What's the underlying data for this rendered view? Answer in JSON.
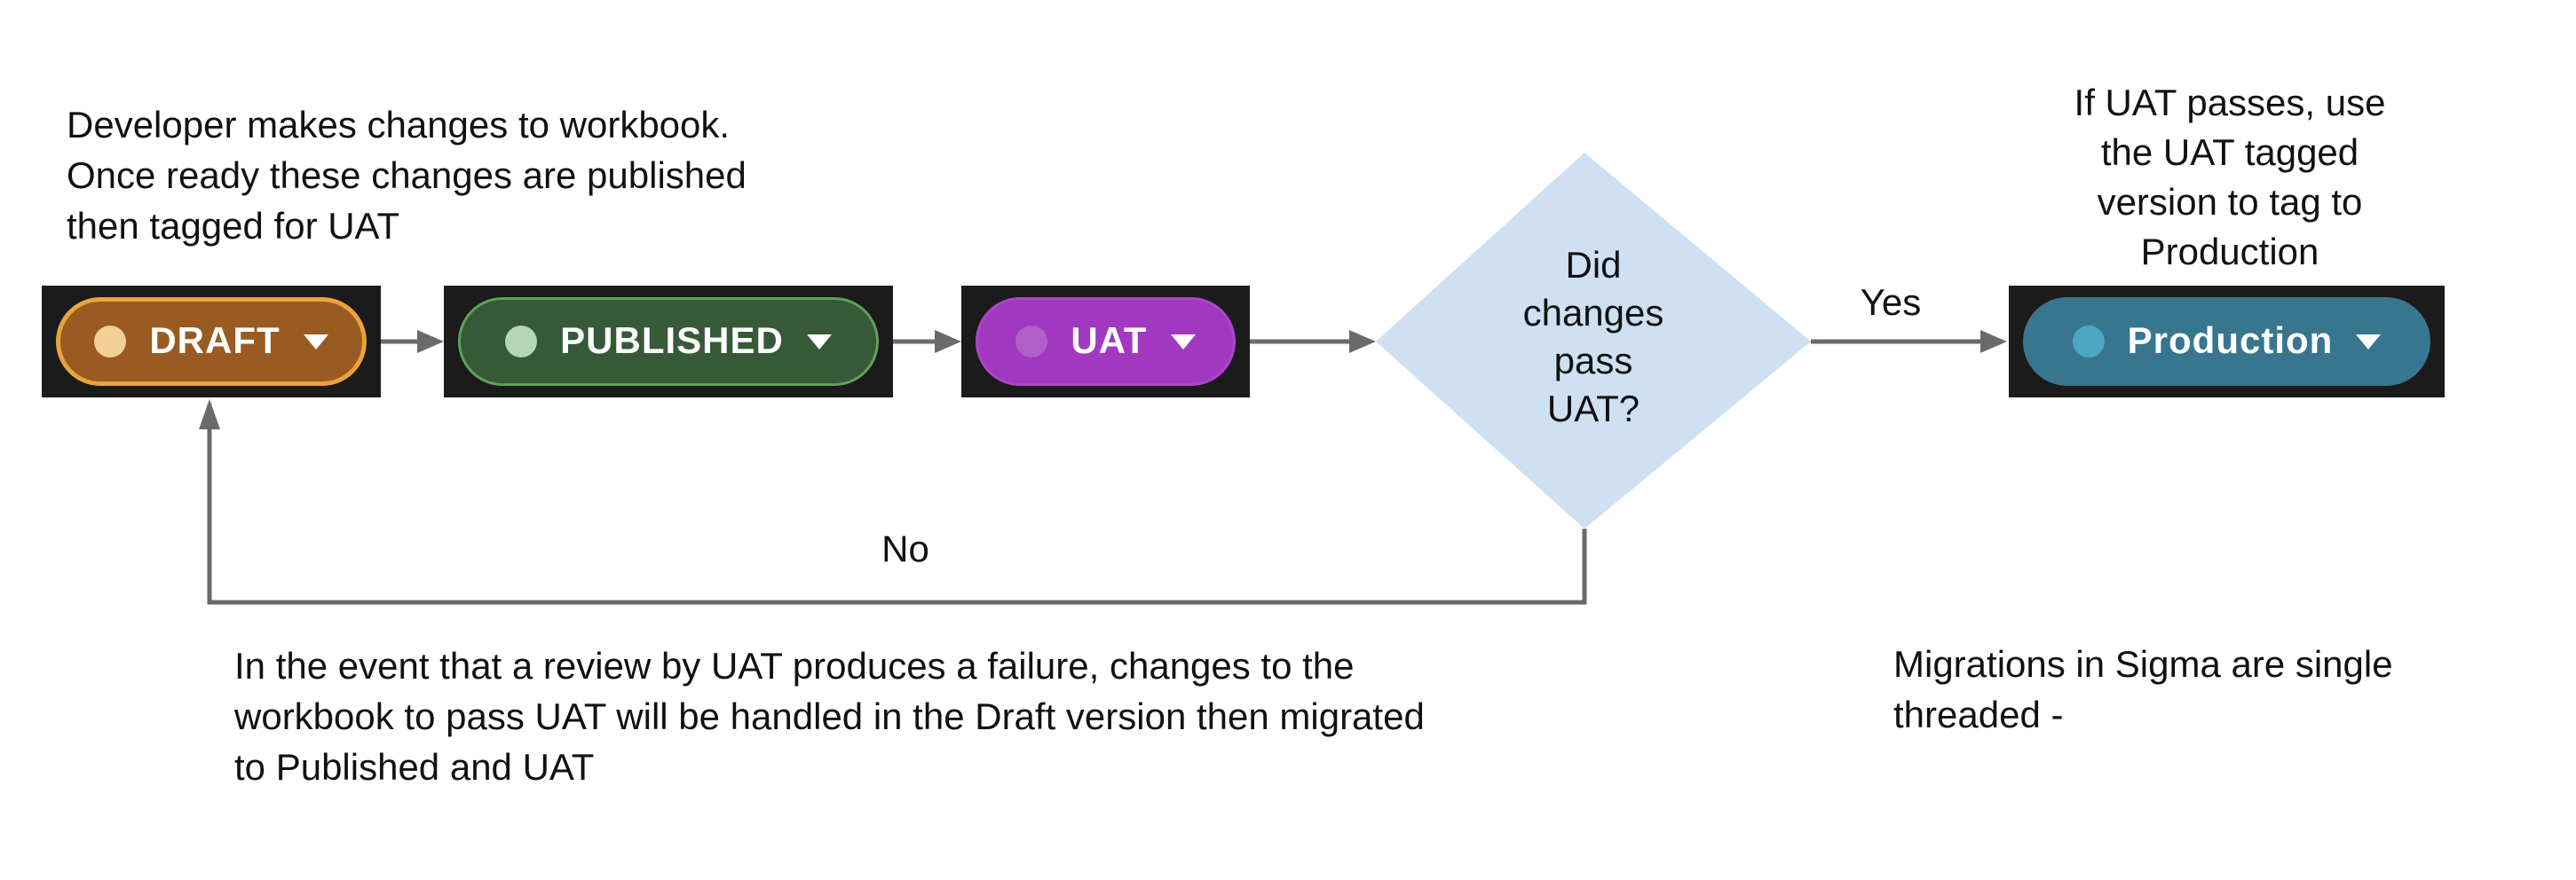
{
  "colors": {
    "canvas-bg": "#ffffff",
    "text": "#111111",
    "connector": "#6a6a6a",
    "chip-bg": "#1b1b1b",
    "diamond-fill": "#cfe0f3",
    "draft-fill": "#9a5b22",
    "draft-border": "#e8a33c",
    "draft-dot": "#f2cf96",
    "published-fill": "#365a37",
    "published-border": "#5fa158",
    "published-dot": "#b5d6b2",
    "uat-fill": "#a338c0",
    "uat-border": "#ab46c6",
    "uat-dot": "#b05fc8",
    "production-fill": "#38768f",
    "production-border": "#38768f",
    "production-dot": "#4fa5c4"
  },
  "notes": {
    "developer": "Developer makes changes to workbook.\nOnce ready these changes are published\nthen tagged for UAT",
    "uat_pass": "If UAT passes, use\nthe UAT tagged\nversion to tag to\nProduction",
    "failure": "In the event that a review by UAT produces a failure, changes to the\nworkbook to pass UAT will be handled in the Draft version then migrated\nto Published and UAT",
    "migrations": "Migrations in Sigma are single\nthreaded -"
  },
  "badges": [
    {
      "id": "draft",
      "label": "DRAFT"
    },
    {
      "id": "published",
      "label": "PUBLISHED"
    },
    {
      "id": "uat",
      "label": "UAT"
    },
    {
      "id": "production",
      "label": "Production"
    }
  ],
  "decision": {
    "text": "Did\nchanges\npass\nUAT?"
  },
  "edge_labels": {
    "yes": "Yes",
    "no": "No"
  }
}
